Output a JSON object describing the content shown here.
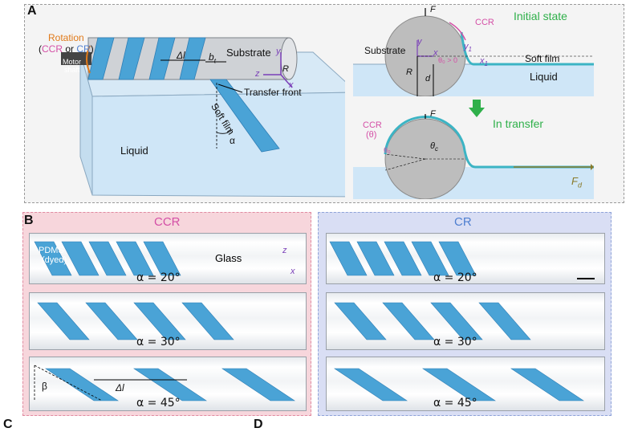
{
  "panels": {
    "a": "A",
    "b": "B",
    "c": "C",
    "d": "D"
  },
  "panelA": {
    "rotation": "Rotation",
    "paren_open": "(",
    "ccr": "CCR",
    "or": " or ",
    "cr": "CR",
    "paren_close": ")",
    "motor": "Motor",
    "shaft": "shaft",
    "substrate": "Substrate",
    "delta_l": "Δl",
    "b_t": "b",
    "b_t_sub": "t",
    "transfer_front": "Transfer front",
    "soft_film": "Soft film",
    "liquid": "Liquid",
    "alpha": "α",
    "axis_y": "y",
    "axis_z": "z",
    "axis_x": "x",
    "R": "R"
  },
  "initial": {
    "F": "F",
    "ccr": "CCR",
    "title": "Initial state",
    "substrate": "Substrate",
    "y": "y",
    "x": "x",
    "y1": "y",
    "y1_sub": "1",
    "x1": "x",
    "x1_sub": "1",
    "theta_cond": "θ₀ > 0",
    "soft_film": "Soft film",
    "R": "R",
    "d": "d",
    "liquid": "Liquid"
  },
  "transfer": {
    "F": "F",
    "ccr": "CCR",
    "theta": "(θ)",
    "title": "In transfer",
    "theta_c": "θ",
    "theta_c_sub": "c",
    "theta_0": "θ₀",
    "Fd": "F",
    "Fd_sub": "d"
  },
  "panelB": {
    "title": "CCR",
    "pdms": "PDMS",
    "dyed": "(dyed)",
    "glass": "Glass",
    "z": "z",
    "x": "x",
    "alpha20": "α = 20°",
    "alpha30": "α = 30°",
    "alpha45": "α = 45°",
    "beta": "β",
    "delta_l": "Δl"
  },
  "panelD": {
    "title": "CR",
    "alpha20": "α = 20°",
    "alpha30": "α = 30°",
    "alpha45": "α = 45°"
  },
  "colors": {
    "film": "#4aa3d6",
    "film_dark": "#2f7fb6",
    "liquid": "#cfe6f7",
    "ccr": "#d44fa6",
    "cr": "#4f7fd0",
    "green": "#2fb04a",
    "axis": "#7a3fb8",
    "orange": "#e07a1a"
  }
}
